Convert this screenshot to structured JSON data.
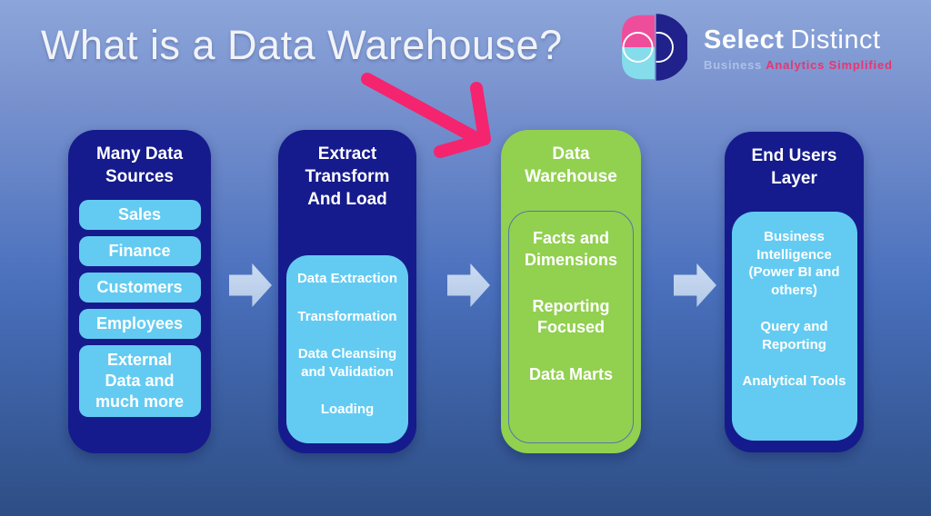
{
  "slide": {
    "title": "What is a Data Warehouse?"
  },
  "logo": {
    "name_part1": "Select",
    "name_part2": "Distinct",
    "tagline_part1": "Business",
    "tagline_part2": "Analytics Simplified",
    "mark_colors": {
      "pink": "#ee4d9b",
      "cyan": "#85dcea",
      "navy": "#20218a"
    }
  },
  "columns": [
    {
      "title": "Many Data Sources",
      "items": [
        "Sales",
        "Finance",
        "Customers",
        "Employees",
        "External Data and much more"
      ]
    },
    {
      "title": "Extract Transform And Load",
      "items": [
        "Data Extraction",
        "Transformation",
        "Data Cleansing and Validation",
        "Loading"
      ]
    },
    {
      "title": "Data Warehouse",
      "items": [
        "Facts and Dimensions",
        "Reporting Focused",
        "Data Marts"
      ]
    },
    {
      "title": "End Users Layer",
      "items": [
        "Business Intelligence (Power BI and others)",
        "Query and Reporting",
        "Analytical Tools"
      ]
    }
  ],
  "colors": {
    "background_top": "#8ca6da",
    "background_bottom": "#2d4e85",
    "column_navy": "#151b8c",
    "column_green": "#92d050",
    "inner_box_blue": "#63cbf2",
    "flow_arrow": "#bfd2ec",
    "annotation_pink": "#f5246e"
  }
}
